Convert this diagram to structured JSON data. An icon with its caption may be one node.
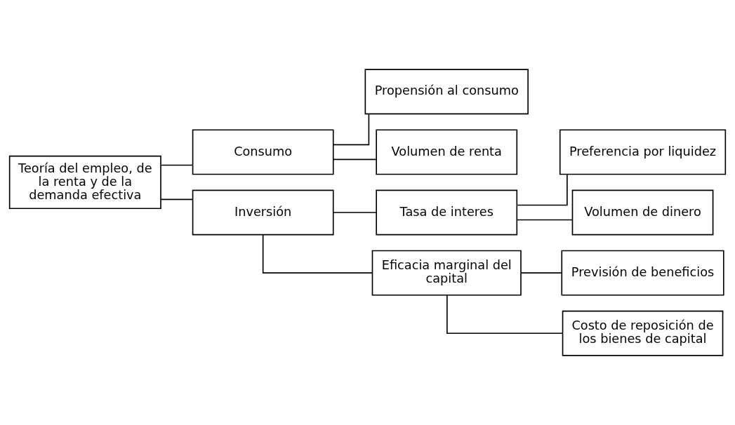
{
  "diagram": {
    "nodes": [
      {
        "text": [
          "Teoría del empleo, de la renta y de la demanda efectiva"
        ]
      },
      {
        "text": [
          "Consumo"
        ]
      },
      {
        "text": [
          "Propensión al consumo"
        ]
      },
      {
        "text": [
          "Volumen de renta"
        ]
      },
      {
        "text": [
          "Inversión"
        ]
      },
      {
        "text": [
          "Tasa de interes"
        ]
      },
      {
        "text": [
          "Preferencia por liquidez"
        ]
      },
      {
        "text": [
          "Volumen de dinero"
        ]
      },
      {
        "text": [
          "Eficacia marginal del capital"
        ]
      },
      {
        "text": [
          "Previsión de beneficios"
        ]
      },
      {
        "text": [
          "Costo de reposición de los bienes de capital"
        ]
      }
    ],
    "edges": [
      {
        "from": 0,
        "to": 1,
        "arrow": "none"
      },
      {
        "from": 0,
        "to": 4,
        "arrow": "none"
      },
      {
        "from": 1,
        "to": 2,
        "arrow": "none"
      },
      {
        "from": 1,
        "to": 3,
        "arrow": "none"
      },
      {
        "from": 4,
        "to": 5,
        "arrow": "none"
      },
      {
        "from": 4,
        "to": 8,
        "arrow": "none"
      },
      {
        "from": 5,
        "to": 6,
        "arrow": "none"
      },
      {
        "from": 5,
        "to": 7,
        "arrow": "none"
      },
      {
        "from": 8,
        "to": 9,
        "arrow": "none"
      },
      {
        "from": 8,
        "to": 10,
        "arrow": "none"
      }
    ]
  }
}
